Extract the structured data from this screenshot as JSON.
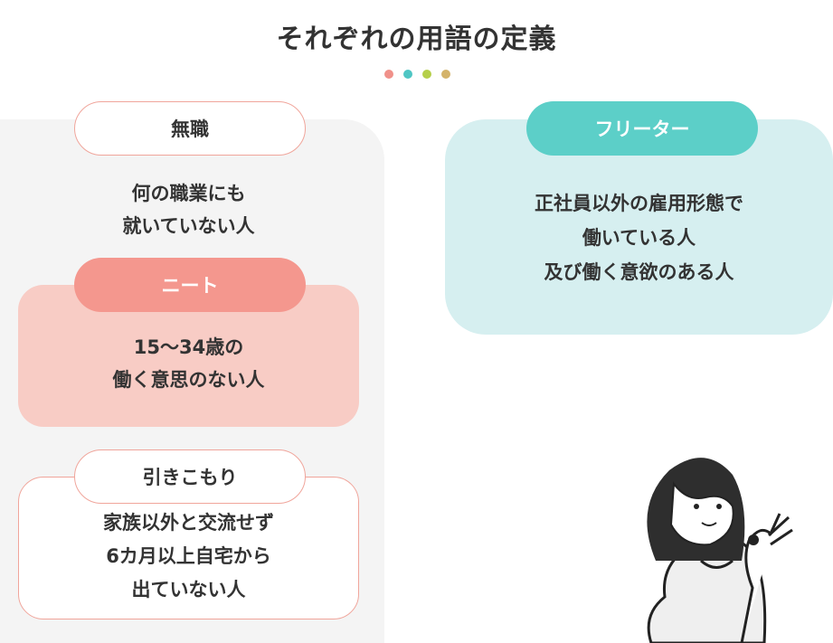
{
  "title": "それぞれの用語の定義",
  "dot_colors": [
    "#f0918a",
    "#4fc6c4",
    "#b5cf4a",
    "#d4b36a"
  ],
  "mushoku": {
    "label": "無職",
    "lines": [
      "何の職業にも",
      "就いていない人"
    ]
  },
  "neet": {
    "label": "ニート",
    "lines": [
      "15〜34歳の",
      "働く意思のない人"
    ]
  },
  "hikikomori": {
    "label": "引きこもり",
    "lines": [
      "家族以外と交流せず",
      "6カ月以上自宅から",
      "出ていない人"
    ]
  },
  "freeter": {
    "label": "フリーター",
    "lines": [
      "正社員以外の雇用形態で",
      "働いている人",
      "及び働く意欲のある人"
    ]
  }
}
